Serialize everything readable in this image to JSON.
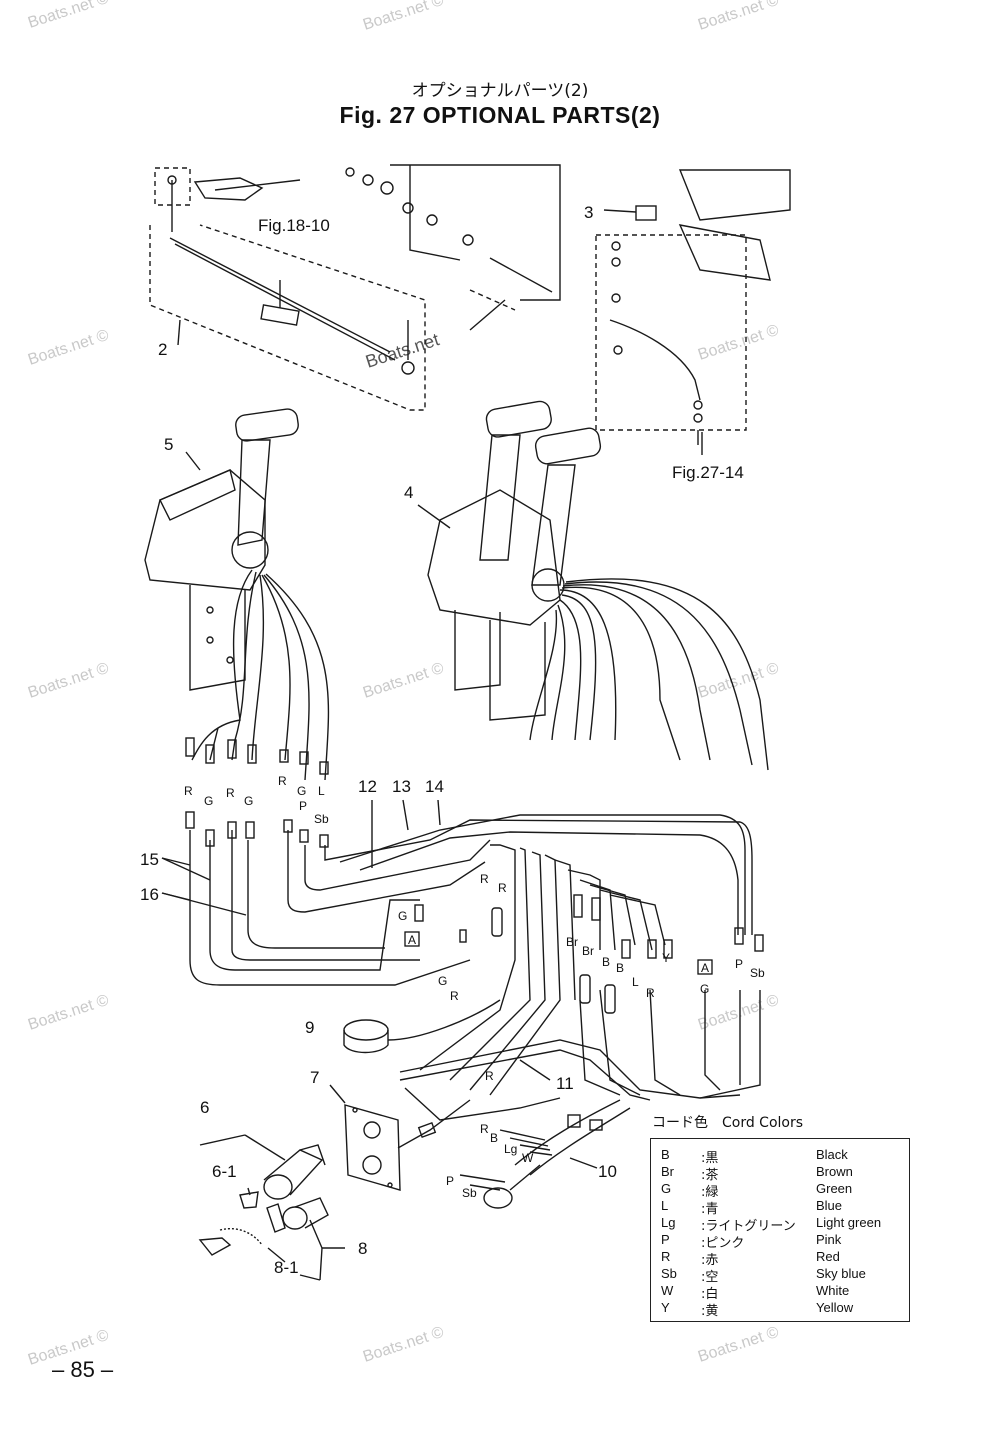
{
  "header": {
    "subtitle_jp": "オプショナルパーツ(2)",
    "title": "Fig. 27    OPTIONAL PARTS(2)"
  },
  "references": {
    "fig_18_10": "Fig.18-10",
    "fig_27_14": "Fig.27-14"
  },
  "callouts": {
    "c2": "2",
    "c3": "3",
    "c4": "4",
    "c5": "5",
    "c6": "6",
    "c6_1": "6-1",
    "c7": "7",
    "c8": "8",
    "c8_1": "8-1",
    "c9": "9",
    "c10": "10",
    "c11": "11",
    "c12": "12",
    "c13": "13",
    "c14": "14",
    "c15": "15",
    "c16": "16"
  },
  "wire_tags": {
    "r1": "R",
    "g1": "G",
    "r2": "R",
    "g2": "G",
    "r3": "R",
    "g3": "G",
    "p1": "P",
    "l1": "L",
    "sb1": "Sb",
    "r4": "R",
    "r5": "R",
    "g4": "G",
    "a1": "A",
    "g5": "G",
    "r6": "R",
    "r7": "R",
    "br1": "Br",
    "br2": "Br",
    "b1": "B",
    "b2": "B",
    "l2": "L",
    "y1": "Y",
    "r8": "R",
    "a2": "A",
    "g6": "G",
    "p2": "P",
    "sb2": "Sb",
    "r9": "R",
    "b3": "B",
    "lg1": "Lg",
    "w1": "W",
    "p3": "P",
    "sb3": "Sb"
  },
  "legend": {
    "title": "コード色　Cord Colors",
    "rows": [
      {
        "code": "B",
        "jp": ":黒",
        "en": "Black"
      },
      {
        "code": "Br",
        "jp": ":茶",
        "en": "Brown"
      },
      {
        "code": "G",
        "jp": ":緑",
        "en": "Green"
      },
      {
        "code": "L",
        "jp": ":青",
        "en": "Blue"
      },
      {
        "code": "Lg",
        "jp": ":ライトグリーン",
        "en": "Light green"
      },
      {
        "code": "P",
        "jp": ":ピンク",
        "en": "Pink"
      },
      {
        "code": "R",
        "jp": ":赤",
        "en": "Red"
      },
      {
        "code": "Sb",
        "jp": ":空",
        "en": "Sky blue"
      },
      {
        "code": "W",
        "jp": ":白",
        "en": "White"
      },
      {
        "code": "Y",
        "jp": ":黄",
        "en": "Yellow"
      }
    ]
  },
  "watermark": "Boats.net ©",
  "watermark_main": "Boats.net",
  "page_number": "– 85 –",
  "colors": {
    "ink": "#111111",
    "watermark": "#c9c9c9"
  }
}
